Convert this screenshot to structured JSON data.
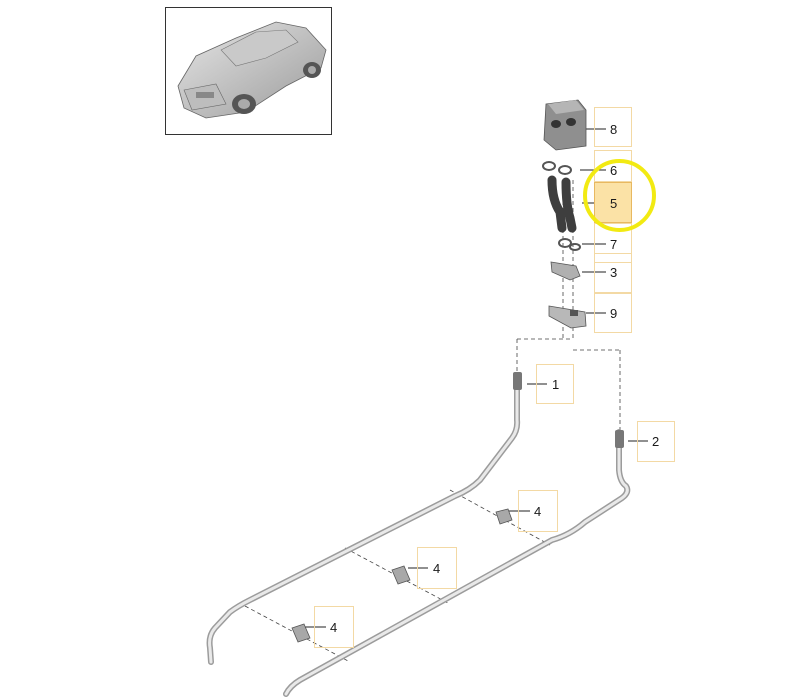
{
  "diagram": {
    "thumbnail": {
      "description_icon": "car-icon"
    },
    "highlight_color": "#f2ea12",
    "selected_part": "5",
    "callouts": [
      {
        "id": "c8",
        "label": "8"
      },
      {
        "id": "c6",
        "label": "6"
      },
      {
        "id": "c5",
        "label": "5"
      },
      {
        "id": "c7",
        "label": "7"
      },
      {
        "id": "c3",
        "label": "3"
      },
      {
        "id": "c9",
        "label": "9"
      },
      {
        "id": "c1",
        "label": "1"
      },
      {
        "id": "c2",
        "label": "2"
      },
      {
        "id": "c4a",
        "label": "4"
      },
      {
        "id": "c4b",
        "label": "4"
      },
      {
        "id": "c4c",
        "label": "4"
      }
    ]
  }
}
